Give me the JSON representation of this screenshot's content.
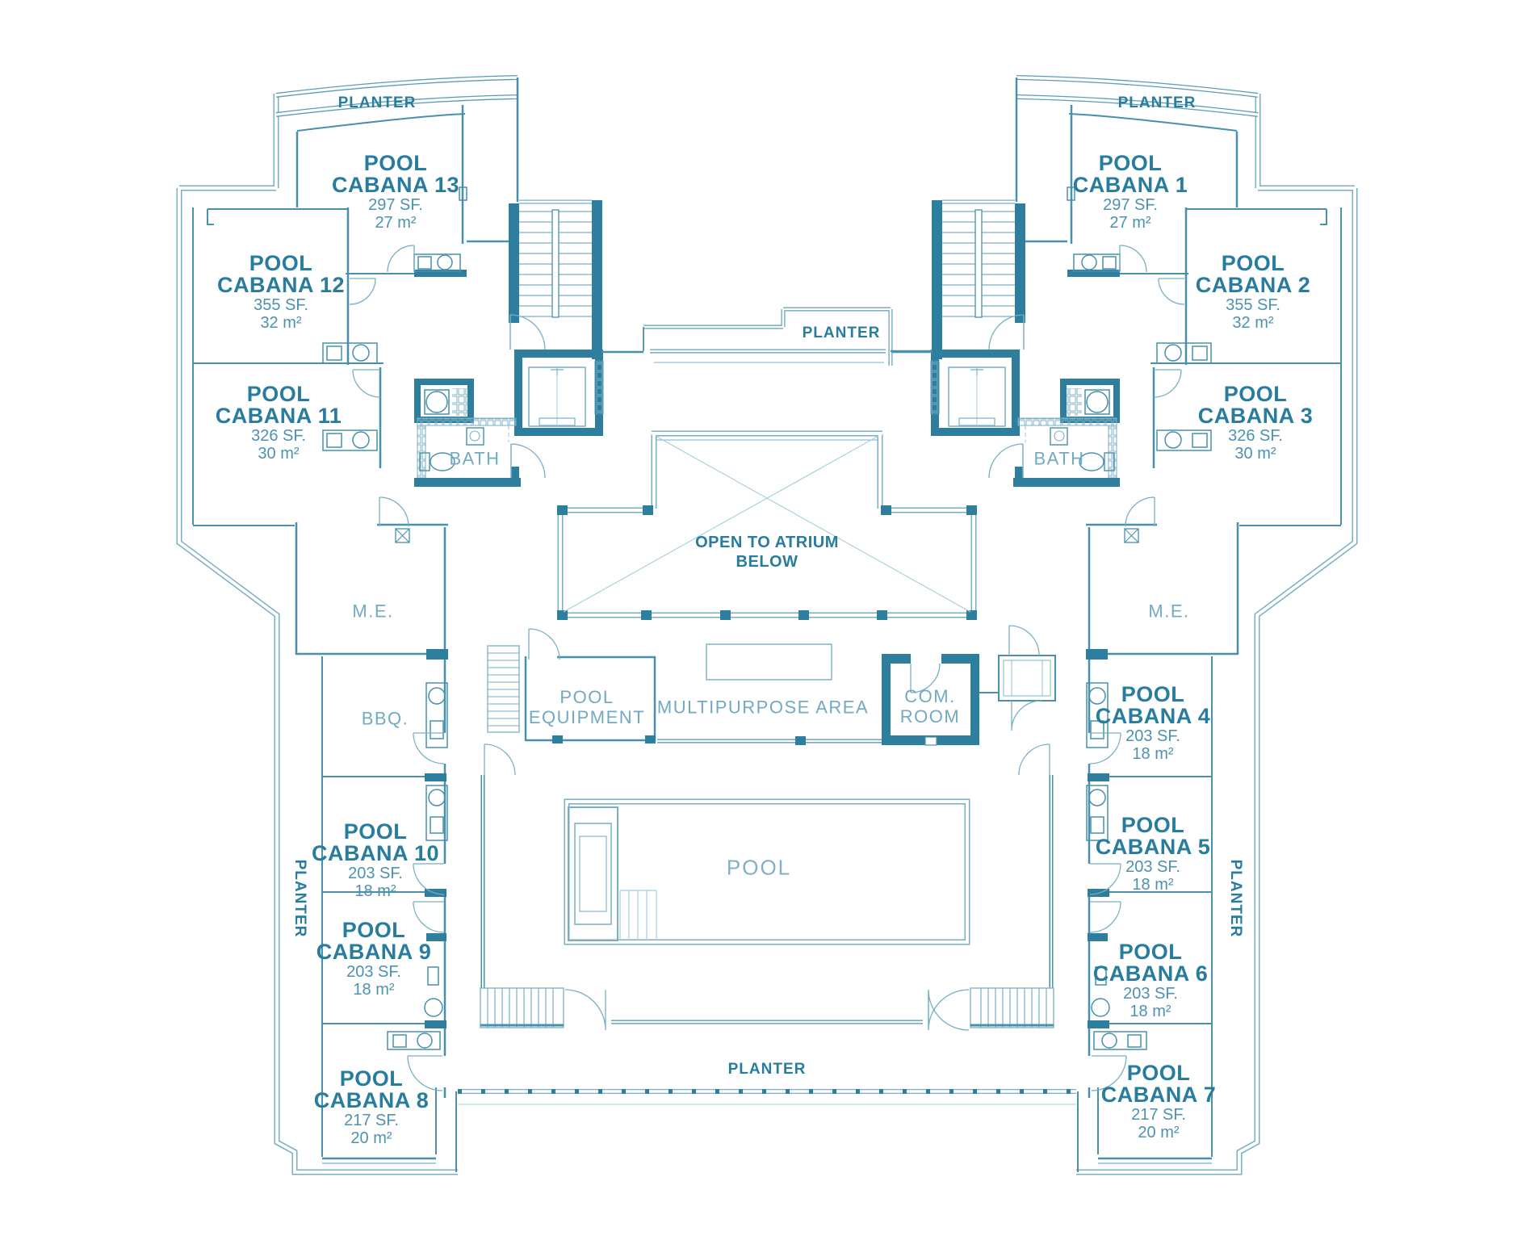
{
  "labels": {
    "planter": "PLANTER",
    "atrium_line1": "OPEN TO ATRIUM",
    "atrium_line2": "BELOW",
    "pool": "POOL",
    "pool_equipment_line1": "POOL",
    "pool_equipment_line2": "EQUIPMENT",
    "multipurpose": "MULTIPURPOSE AREA",
    "com_line1": "COM.",
    "com_line2": "ROOM",
    "bath": "BATH",
    "me": "M.E.",
    "bbq": "BBQ."
  },
  "cabanas": {
    "c1": {
      "name1": "POOL",
      "name2": "CABANA 1",
      "sf": "297 SF.",
      "m2": "27 m²"
    },
    "c2": {
      "name1": "POOL",
      "name2": "CABANA 2",
      "sf": "355 SF.",
      "m2": "32 m²"
    },
    "c3": {
      "name1": "POOL",
      "name2": "CABANA 3",
      "sf": "326 SF.",
      "m2": "30 m²"
    },
    "c4": {
      "name1": "POOL",
      "name2": "CABANA 4",
      "sf": "203 SF.",
      "m2": "18 m²"
    },
    "c5": {
      "name1": "POOL",
      "name2": "CABANA 5",
      "sf": "203 SF.",
      "m2": "18 m²"
    },
    "c6": {
      "name1": "POOL",
      "name2": "CABANA 6",
      "sf": "203 SF.",
      "m2": "18 m²"
    },
    "c7": {
      "name1": "POOL",
      "name2": "CABANA 7",
      "sf": "217 SF.",
      "m2": "20 m²"
    },
    "c8": {
      "name1": "POOL",
      "name2": "CABANA 8",
      "sf": "217 SF.",
      "m2": "20 m²"
    },
    "c9": {
      "name1": "POOL",
      "name2": "CABANA 9",
      "sf": "203 SF.",
      "m2": "18 m²"
    },
    "c10": {
      "name1": "POOL",
      "name2": "CABANA 10",
      "sf": "203 SF.",
      "m2": "18 m²"
    },
    "c11": {
      "name1": "POOL",
      "name2": "CABANA 11",
      "sf": "326 SF.",
      "m2": "30 m²"
    },
    "c12": {
      "name1": "POOL",
      "name2": "CABANA 12",
      "sf": "355 SF.",
      "m2": "32 m²"
    },
    "c13": {
      "name1": "POOL",
      "name2": "CABANA 13",
      "sf": "297 SF.",
      "m2": "27 m²"
    }
  }
}
